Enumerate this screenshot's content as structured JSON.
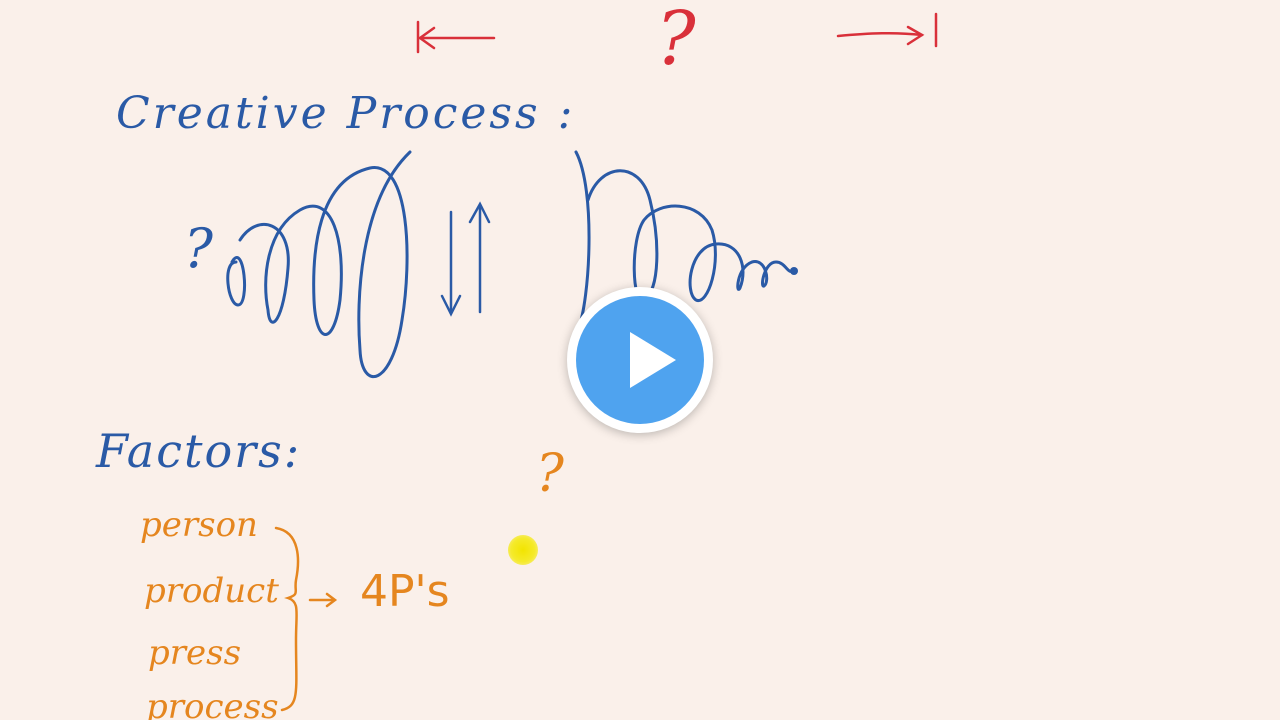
{
  "header": {
    "question_mark": "?"
  },
  "creative_process": {
    "title": "Creative Process :",
    "question_mark": "?"
  },
  "factors": {
    "title": "Factors:",
    "items": [
      "person",
      "product",
      "press",
      "process"
    ],
    "summary": "4P's",
    "question_mark": "?"
  },
  "player": {
    "play_icon": "play-icon",
    "accent_color": "#4fa3ef"
  },
  "colors": {
    "blue_ink": "#2a5aa6",
    "orange_ink": "#e5861f",
    "red_ink": "#d9303a",
    "pointer": "#f2e400"
  }
}
